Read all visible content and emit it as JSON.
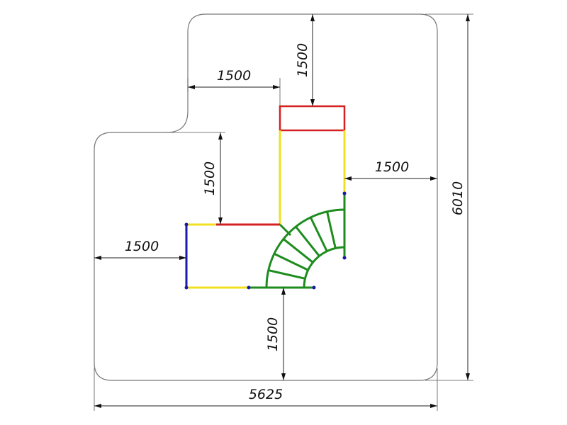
{
  "title": "Playground layout plan",
  "dimensions": {
    "top_horizontal": "1500",
    "top_vertical": "1500",
    "left_inner_vertical": "1500",
    "right_horizontal": "1500",
    "left_horizontal": "1500",
    "bottom_vertical": "1500",
    "overall_width": "5625",
    "overall_height": "6010"
  },
  "colors": {
    "outline": "#777777",
    "red": "#d42020",
    "yellow": "#f2e020",
    "green": "#1e8c1e",
    "blue": "#1a1aa8"
  }
}
